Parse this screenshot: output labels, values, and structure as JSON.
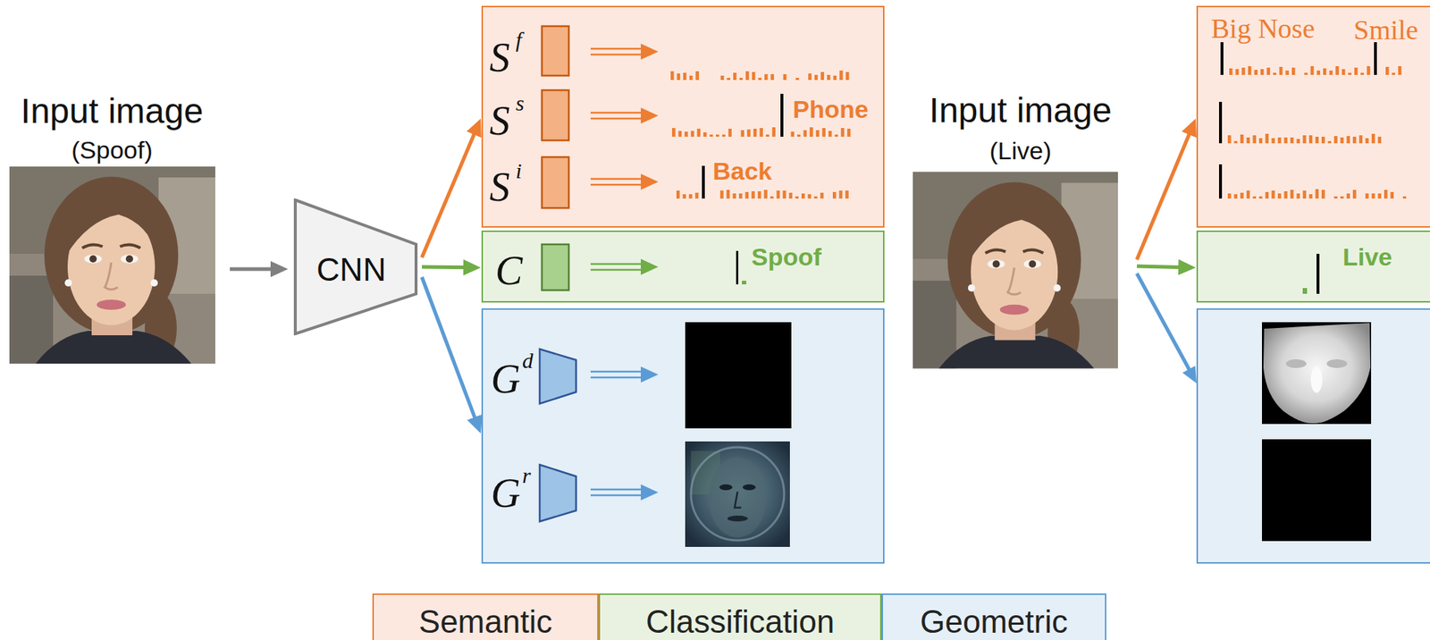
{
  "diagram": {
    "nodes": [
      {
        "text": [
          "Input image",
          "(Spoof)"
        ]
      },
      {
        "text": [
          "CNN"
        ]
      },
      {
        "text": [
          "S",
          "f",
          "S",
          "s",
          "S",
          "i",
          "Phone",
          "Back"
        ]
      },
      {
        "text": [
          "C",
          "Spoof"
        ]
      },
      {
        "text": [
          "G",
          "d",
          "G",
          "r"
        ]
      },
      {
        "text": [
          "Input image",
          "(Live)"
        ]
      },
      {
        "text": [
          "Big Nose",
          "Smile"
        ]
      },
      {
        "text": [
          "Live"
        ]
      }
    ],
    "edges": [
      {
        "from": 0,
        "to": 1,
        "arrow": "to"
      },
      {
        "from": 1,
        "to": 2,
        "arrow": "to"
      },
      {
        "from": 1,
        "to": 3,
        "arrow": "to"
      },
      {
        "from": 1,
        "to": 4,
        "arrow": "to"
      },
      {
        "from": 5,
        "to": 6,
        "arrow": "to"
      },
      {
        "from": 5,
        "to": 7,
        "arrow": "to"
      }
    ],
    "legend": [
      {
        "text": "Semantic",
        "color": "#fce8df"
      },
      {
        "text": "Classification",
        "color": "#e9f2e1"
      },
      {
        "text": "Geometric",
        "color": "#e5eff7"
      }
    ]
  }
}
